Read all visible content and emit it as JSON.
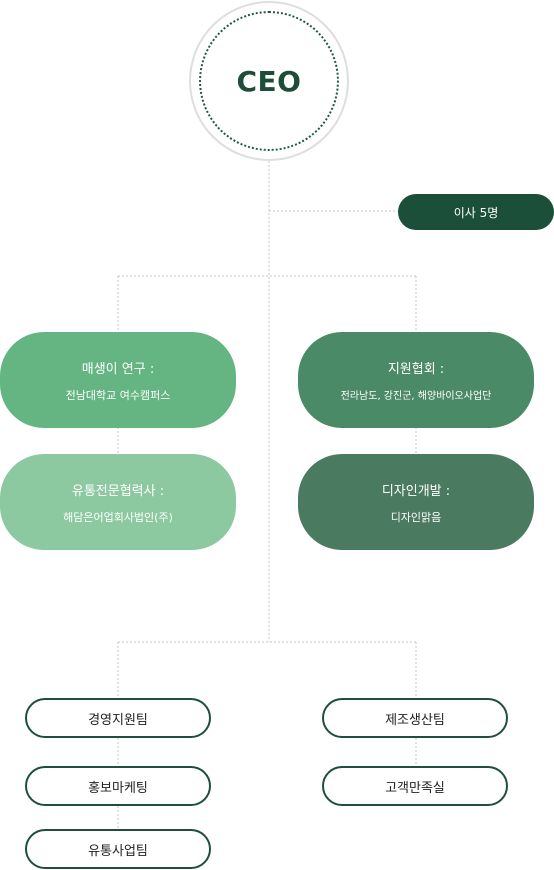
{
  "ceo": {
    "label": "CEO"
  },
  "directors": {
    "label": "이사 5명"
  },
  "left_orgs": [
    {
      "title": "매생이 연구 :",
      "subtitle": "전남대학교 여수캠퍼스"
    },
    {
      "title": "유통전문협력사 :",
      "subtitle": "해담은어업회사법인(주)"
    }
  ],
  "right_orgs": [
    {
      "title": "지원협회 :",
      "subtitle": "전라남도, 강진군, 해양바이오사업단"
    },
    {
      "title": "디자인개발 :",
      "subtitle": "디자인맑음"
    }
  ],
  "left_teams": [
    "경영지원팀",
    "홍보마케팅",
    "유통사업팀"
  ],
  "right_teams": [
    "제조생산팀",
    "고객만족실"
  ],
  "colors": {
    "ceo_ring": "#1e5a3e",
    "directors_bg": "#1b4f3a",
    "org_1": "#64b582",
    "org_2": "#8cc9a0",
    "org_3": "#4b8a67",
    "org_4": "#4a7a5f",
    "team_border": "#1f4f3a",
    "connector": "#c8c8c8"
  }
}
